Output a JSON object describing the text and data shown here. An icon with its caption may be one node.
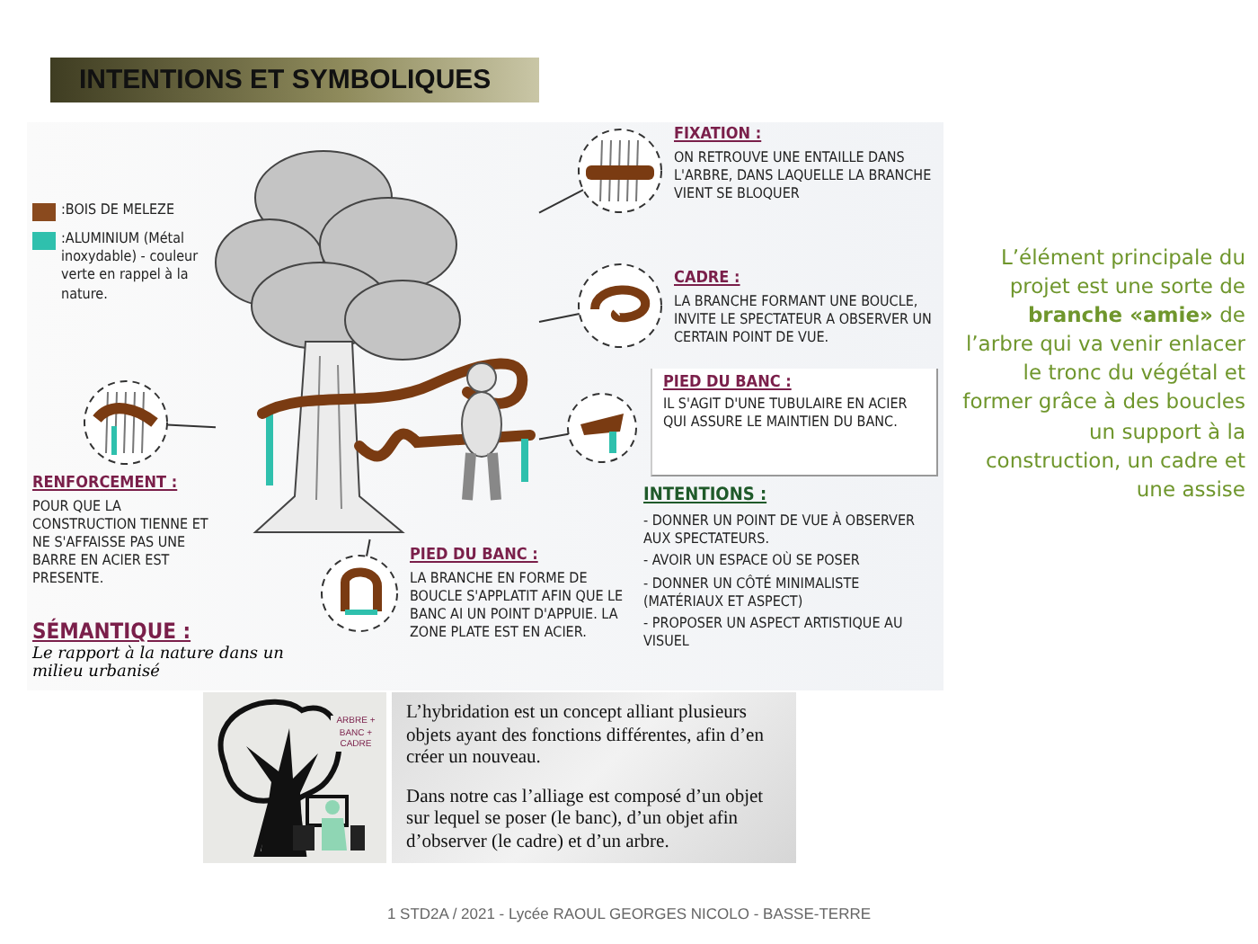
{
  "diagram": {
    "title": "INTENTIONS ET SYMBOLIQUES",
    "caption": "1 STD2A / 2021 - Lycée RAOUL GEORGES NICOLO - BASSE-TERRE",
    "nodes": [
      {
        "text": [],
        "shape": "picture"
      },
      {
        "text": [],
        "shape": "circle",
        "beside": [
          "FIXATION :",
          "ON RETROUVE UNE ENTAILLE DANS L'ARBRE, DANS LAQUELLE LA BRANCHE VIENT SE BLOQUER"
        ]
      },
      {
        "text": [],
        "shape": "circle",
        "beside": [
          "CADRE :",
          "LA BRANCHE FORMANT UNE BOUCLE, INVITE LE SPECTATEUR A OBSERVER UN CERTAIN POINT DE VUE."
        ]
      },
      {
        "text": [],
        "shape": "circle"
      },
      {
        "text": [],
        "shape": "circle",
        "beside": [
          "RENFORCEMENT :",
          "POUR QUE LA CONSTRUCTION TIENNE ET NE S'AFFAISSE PAS UNE BARRE EN ACIER EST PRESENTE."
        ]
      },
      {
        "text": [],
        "shape": "circle",
        "beside": [
          "PIED DU BANC :",
          "LA BRANCHE EN FORME DE BOUCLE S'APPLATIT AFIN QUE LE BANC AI UN POINT D'APPUIE. LA ZONE PLATE EST EN ACIER."
        ]
      },
      {
        "text": [
          "PIED DU BANC :",
          "IL S'AGIT D'UNE TUBULAIRE EN ACIER QUI ASSURE LE MAINTIEN DU BANC."
        ]
      },
      {
        "text": [
          "L’hybridation est un concept alliant plusieurs objets ayant des fonctions différentes, afin d’en créer un nouveau.",
          "Dans notre cas l’alliage est composé d’un objet sur lequel se poser (le banc), d’un objet afin d’observer (le cadre) et d’un arbre."
        ]
      },
      {
        "text": [],
        "shape": "picture"
      }
    ],
    "edges": [
      {
        "from": 1,
        "to": 0,
        "arrow": "none"
      },
      {
        "from": 2,
        "to": 0,
        "arrow": "none"
      },
      {
        "from": 3,
        "to": 0,
        "arrow": "none"
      },
      {
        "from": 4,
        "to": 0,
        "arrow": "none"
      },
      {
        "from": 5,
        "to": 0,
        "arrow": "none"
      }
    ],
    "labels": [
      "INTENTIONS :",
      "- DONNER UN POINT DE VUE À OBSERVER AUX SPECTATEURS.",
      "- AVOIR UN ESPACE OÙ SE POSER",
      "- DONNER UN CÔTÉ MINIMALISTE (MATÉRIAUX ET ASPECT)",
      "- PROPOSER UN ASPECT ARTISTIQUE AU VISUEL",
      "SÉMANTIQUE :",
      "Le rapport à la nature dans un milieu urbanisé",
      "L’élément principale du projet est une sorte de **branche «amie»** de l’arbre qui va venir enlacer le tronc du végétal et former grâce à des boucles un support à la construction, un cadre et une assise",
      "ARBRE + BANC + CADRE"
    ],
    "legend": [
      {
        "text": ":BOIS DE MELEZE",
        "color": "#8a4a1e"
      },
      {
        "text": ":ALUMINIUM (Métal inoxydable) - couleur verte en rappel à la nature.",
        "color": "#2fc0ad"
      }
    ]
  }
}
